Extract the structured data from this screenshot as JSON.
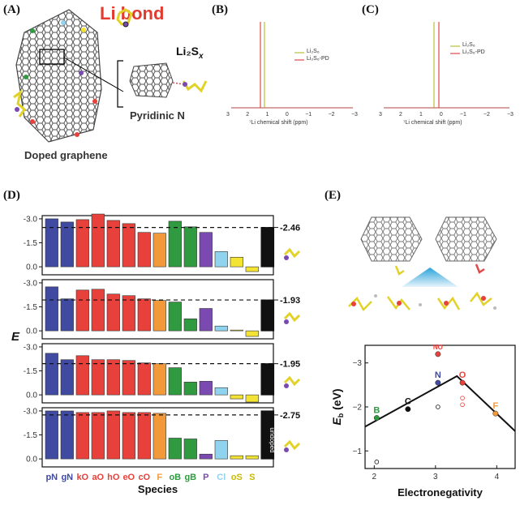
{
  "figure": {
    "panel_labels": [
      "(A)",
      "(B)",
      "(C)",
      "(D)",
      "(E)"
    ]
  },
  "panel_a": {
    "title": "Li bond",
    "title_color": "#e23b2f",
    "li2sx_label": "Li₂S",
    "li2sx_sub": "x",
    "pyridinic_label": "Pyridinic N",
    "doped_label": "Doped graphene"
  },
  "panel_b": {
    "legend": [
      "Li₂S₆",
      "Li₂S₆-PD"
    ],
    "xlabel": "⁷Li chemical shift (ppm)",
    "ticks": [
      "3",
      "2",
      "1",
      "0",
      "−1",
      "−2",
      "−3"
    ]
  },
  "panel_c": {
    "legend": [
      "Li₂S₆",
      "Li₂S₆-PD"
    ],
    "xlabel": "⁷Li chemical shift (ppm)",
    "ticks": [
      "3",
      "2",
      "1",
      "0",
      "−1",
      "−2",
      "−3"
    ]
  },
  "panel_e": {
    "xlabel": "Electronegativity",
    "ylabel": "E",
    "ylabel_sub": "b",
    "ylabel_unit": " (eV)",
    "xticks": [
      "2",
      "3",
      "4"
    ],
    "yticks": [
      "−3",
      "−2",
      "−1"
    ],
    "points": [
      "B",
      "C",
      "N",
      "NO",
      "O",
      "F"
    ]
  },
  "colors": {
    "N": "#3f4aa0",
    "O": "#e8403a",
    "F": "#f29a3a",
    "B": "#2f9a3f",
    "P": "#7a4ab0",
    "Cl": "#8fd3ee",
    "S": "#f3e433",
    "undoped": "#111111",
    "pd_line": "#e04a4a",
    "s6_line": "#b9c13c"
  },
  "chart_data": [
    {
      "type": "bar",
      "title": "",
      "xlabel": "Species",
      "ylabel": "E_b (eV)",
      "ylim": [
        0.5,
        -3.2
      ],
      "yticks": [
        "-3.0",
        "-1.5",
        "0.0"
      ],
      "categories": [
        "pN",
        "gN",
        "kO",
        "aO",
        "hO",
        "eO",
        "cO",
        "F",
        "oB",
        "gB",
        "P",
        "Cl",
        "oS",
        "S"
      ],
      "rows": [
        {
          "reference_label": "-2.46",
          "reference_value": -2.46,
          "values": [
            -3.0,
            -2.8,
            -2.95,
            -3.3,
            -2.9,
            -2.7,
            -2.15,
            -2.1,
            -2.85,
            -2.5,
            -2.15,
            -0.95,
            -0.6,
            0.3
          ],
          "undoped": -2.46
        },
        {
          "reference_label": "-1.93",
          "reference_value": -1.93,
          "values": [
            -2.75,
            -2.0,
            -2.55,
            -2.6,
            -2.3,
            -2.2,
            -2.0,
            -1.9,
            -1.8,
            -0.75,
            -1.4,
            -0.3,
            -0.05,
            0.35
          ],
          "undoped": -1.93
        },
        {
          "reference_label": "-1.95",
          "reference_value": -1.95,
          "values": [
            -2.6,
            -2.2,
            -2.45,
            -2.2,
            -2.2,
            -2.15,
            -2.0,
            -1.95,
            -1.7,
            -0.8,
            -0.85,
            -0.45,
            0.25,
            0.45
          ],
          "undoped": -1.95
        },
        {
          "reference_label": "-2.75",
          "reference_value": -2.75,
          "values": [
            -3.0,
            -3.0,
            -2.9,
            -2.9,
            -3.0,
            -2.9,
            -2.9,
            -2.85,
            -1.3,
            -1.25,
            -0.3,
            -1.15,
            -0.2,
            -0.2
          ],
          "undoped": -3.0
        }
      ],
      "undoped_label": "undoped",
      "category_colors": [
        "N",
        "N",
        "O",
        "O",
        "O",
        "O",
        "O",
        "F",
        "B",
        "B",
        "P",
        "Cl",
        "S",
        "S"
      ]
    },
    {
      "type": "scatter",
      "title": "",
      "xlabel": "Electronegativity",
      "ylabel": "E_b (eV)",
      "xlim": [
        1.85,
        4.3
      ],
      "ylim": [
        -0.6,
        -3.4
      ],
      "points": [
        {
          "label": "B",
          "x": 2.04,
          "y": -1.75,
          "filled": true,
          "color": "B"
        },
        {
          "label": "",
          "x": 2.04,
          "y": -0.75,
          "filled": false,
          "color": "undoped"
        },
        {
          "label": "C",
          "x": 2.55,
          "y": -1.95,
          "filled": true,
          "color": "undoped"
        },
        {
          "label": "",
          "x": 2.55,
          "y": -1.95,
          "filled": false,
          "color": "undoped"
        },
        {
          "label": "N",
          "x": 3.04,
          "y": -2.55,
          "filled": true,
          "color": "N"
        },
        {
          "label": "",
          "x": 3.04,
          "y": -2.0,
          "filled": false,
          "color": "undoped"
        },
        {
          "label": "NO",
          "x": 3.04,
          "y": -3.2,
          "filled": true,
          "color": "O"
        },
        {
          "label": "O",
          "x": 3.44,
          "y": -2.55,
          "filled": true,
          "color": "O"
        },
        {
          "label": "",
          "x": 3.44,
          "y": -2.2,
          "filled": false,
          "color": "O"
        },
        {
          "label": "",
          "x": 3.44,
          "y": -2.05,
          "filled": false,
          "color": "O"
        },
        {
          "label": "F",
          "x": 3.98,
          "y": -1.85,
          "filled": true,
          "color": "F"
        }
      ],
      "trend_line": [
        [
          1.85,
          -1.55
        ],
        [
          3.35,
          -2.7
        ],
        [
          4.3,
          -1.45
        ]
      ]
    }
  ]
}
